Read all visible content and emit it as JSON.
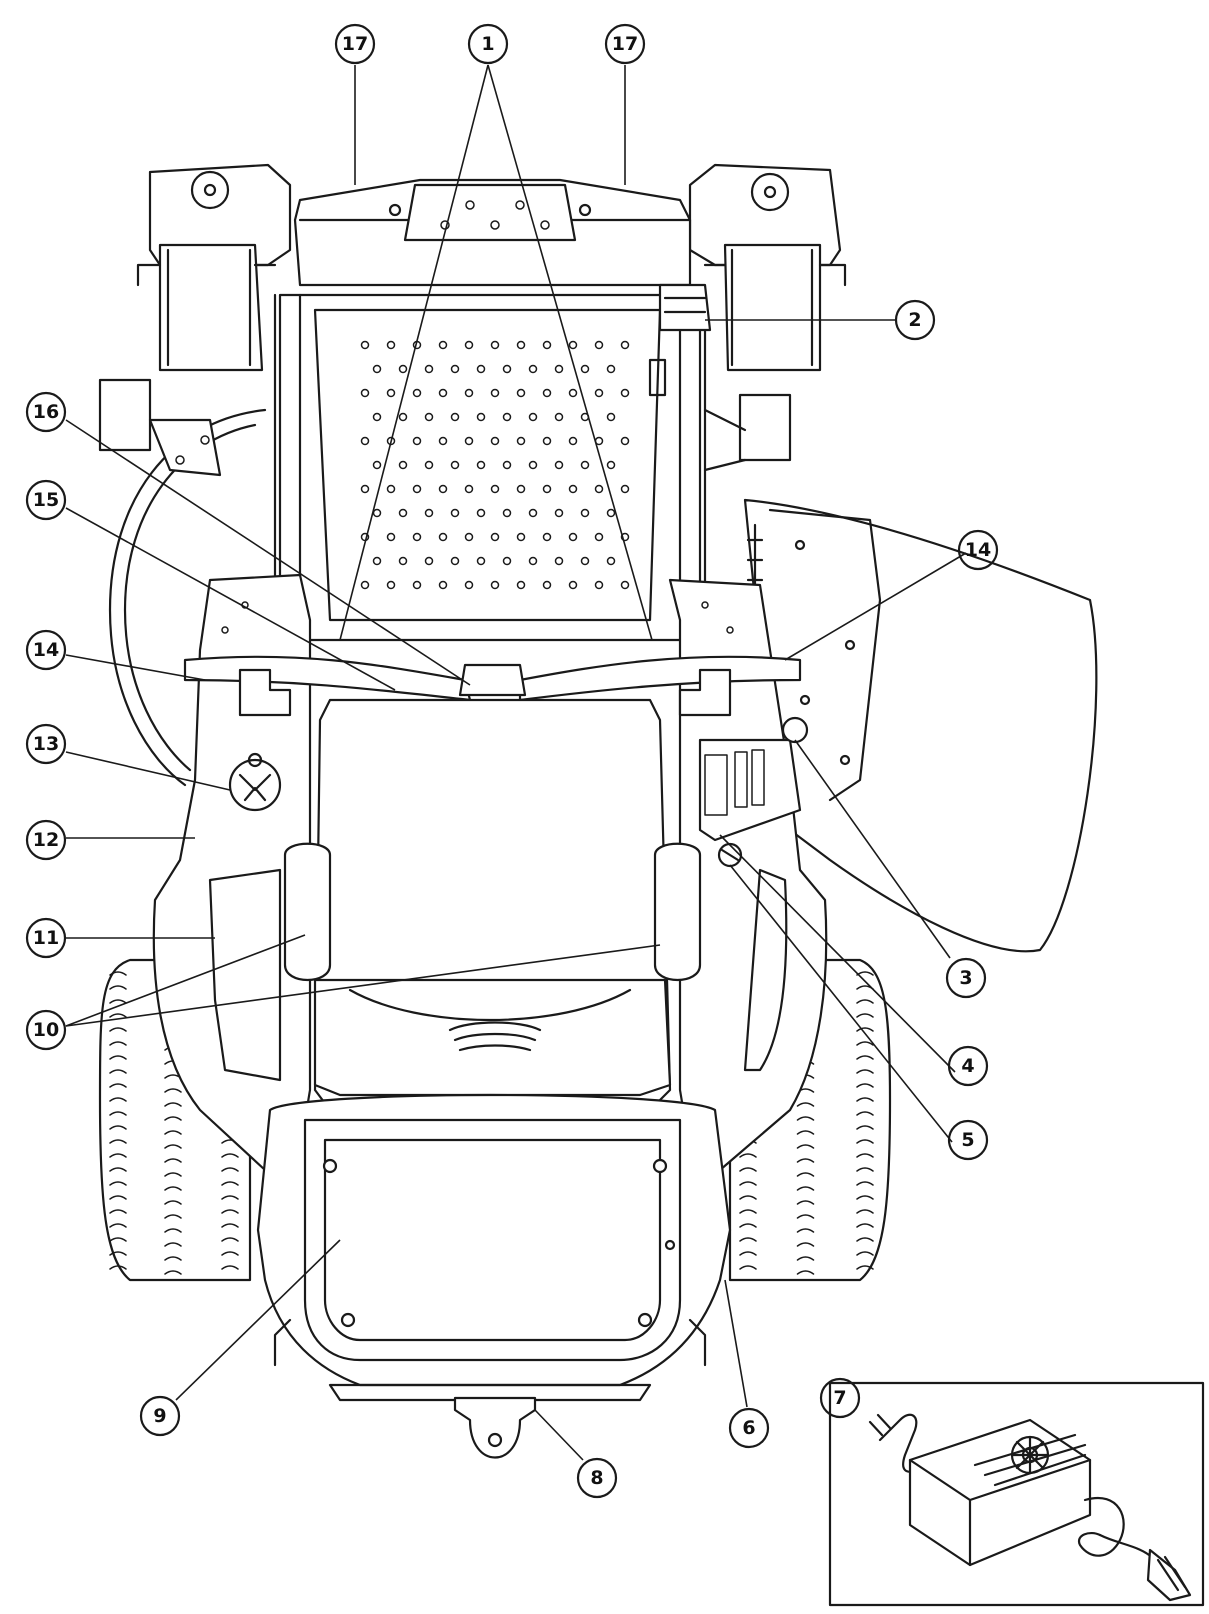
{
  "diagram": {
    "callouts": [
      {
        "id": "c1",
        "label": "1"
      },
      {
        "id": "c2",
        "label": "2"
      },
      {
        "id": "c3",
        "label": "3"
      },
      {
        "id": "c4",
        "label": "4"
      },
      {
        "id": "c5",
        "label": "5"
      },
      {
        "id": "c6",
        "label": "6"
      },
      {
        "id": "c7",
        "label": "7"
      },
      {
        "id": "c8",
        "label": "8"
      },
      {
        "id": "c9",
        "label": "9"
      },
      {
        "id": "c10",
        "label": "10"
      },
      {
        "id": "c11",
        "label": "11"
      },
      {
        "id": "c12",
        "label": "12"
      },
      {
        "id": "c13",
        "label": "13"
      },
      {
        "id": "c14a",
        "label": "14"
      },
      {
        "id": "c14b",
        "label": "14"
      },
      {
        "id": "c15",
        "label": "15"
      },
      {
        "id": "c16",
        "label": "16"
      },
      {
        "id": "c17a",
        "label": "17"
      },
      {
        "id": "c17b",
        "label": "17"
      }
    ]
  }
}
